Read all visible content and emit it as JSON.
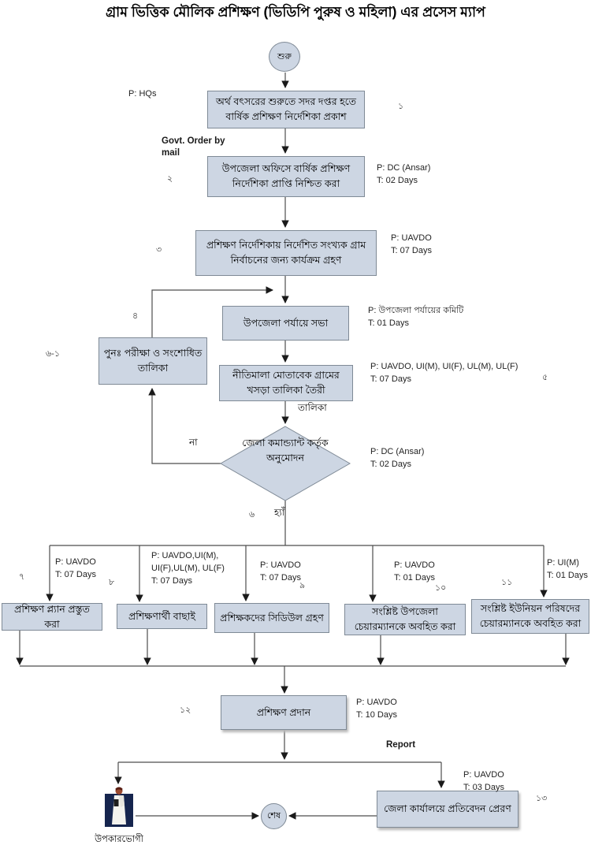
{
  "title": "গ্রাম ভিত্তিক মৌলিক প্রশিক্ষণ (ভিডিপি পুরুষ ও মহিলা) এর প্রসেস ম্যাপ",
  "colors": {
    "node_fill": "#cdd6e3",
    "node_border": "#7f8a96",
    "line": "#4d4d4d",
    "arrowhead": "#1a1a1a",
    "person_bg": "#16254e"
  },
  "start": {
    "label": "শুরু"
  },
  "end_node": {
    "label": "শেষ"
  },
  "s1": {
    "text": "অর্থ বৎসরের শুরুতে সদর দপ্তর হতে বার্ষিক প্রশিক্ষণ নির্দেশিকা প্রকাশ",
    "num": "১",
    "p": "P: HQs"
  },
  "s2": {
    "text": "উপজেলা অফিসে বার্ষিক প্রশিক্ষণ নির্দেশিকা প্রাপ্তি নিশ্চিত করা",
    "num": "২",
    "p": "P: DC (Ansar)",
    "t": "T: 02 Days"
  },
  "s3": {
    "text": "প্রশিক্ষণ নির্দেশিকায় নির্দেশিত সংখ্যক গ্রাম নির্বাচনের জন্য কার্যক্রম গ্রহণ",
    "num": "৩",
    "p": "P: UAVDO",
    "t": "T: 07 Days"
  },
  "s4": {
    "text": "উপজেলা পর্যায়ে সভা",
    "num": "৪",
    "p": "P: উপজেলা পর্যায়ের কমিটি",
    "t": "T: 01 Days"
  },
  "s5": {
    "text": "নীতিমালা মোতাবেক গ্রামের খসড়া তালিকা তৈরী",
    "num": "৫",
    "p": "P: UAVDO, UI(M), UI(F), UL(M), UL(F)",
    "t": "T: 07 Days"
  },
  "revise": {
    "text": "পুনঃ পরীক্ষা ও সংশোধিত তালিকা",
    "num": "৬-১"
  },
  "decision": {
    "text": "জেলা কমান্ড্যান্ট কর্তৃক অনুমোদন",
    "num": "৬",
    "p": "P: DC (Ansar)",
    "t": "T: 02 Days",
    "yes": "হ্যাঁ",
    "no": "না"
  },
  "s7": {
    "text": "প্রশিক্ষণ প্ল্যান প্রস্তুত করা",
    "num": "৭",
    "p": "P: UAVDO",
    "t": "T: 07 Days"
  },
  "s8": {
    "text": "প্রশিক্ষণার্থী বাছাই",
    "num": "৮",
    "p": "P: UAVDO,UI(M), UI(F),UL(M), UL(F)",
    "t": "T: 07 Days"
  },
  "s9": {
    "text": "প্রশিক্ষকদের সিডিউল গ্রহণ",
    "num": "৯",
    "p": "P: UAVDO",
    "t": "T: 07 Days"
  },
  "s10": {
    "text": "সংশ্লিষ্ট উপজেলা চেয়ারম্যানকে অবহিত করা",
    "num": "১০",
    "p": "P: UAVDO",
    "t": "T: 01 Days"
  },
  "s11": {
    "text": "সংশ্লিষ্ট ইউনিয়ন পরিষদের চেয়ারম্যানকে অবহিত করা",
    "num": "১১",
    "p": "P: UI(M)",
    "t": "T: 01 Days"
  },
  "s12": {
    "text": "প্রশিক্ষণ প্রদান",
    "num": "১২",
    "p": "P: UAVDO",
    "t": "T: 10 Days"
  },
  "s13": {
    "text": "জেলা কার্যালয়ে প্রতিবেদন প্রেরণ",
    "num": "১৩",
    "p": "P: UAVDO",
    "t": "T: 03 Days"
  },
  "beneficiary": {
    "label": "উপকারভোগী"
  },
  "edge_labels": {
    "govt_order": "Govt.  Order by mail",
    "list": "তালিকা",
    "report": "Report"
  }
}
